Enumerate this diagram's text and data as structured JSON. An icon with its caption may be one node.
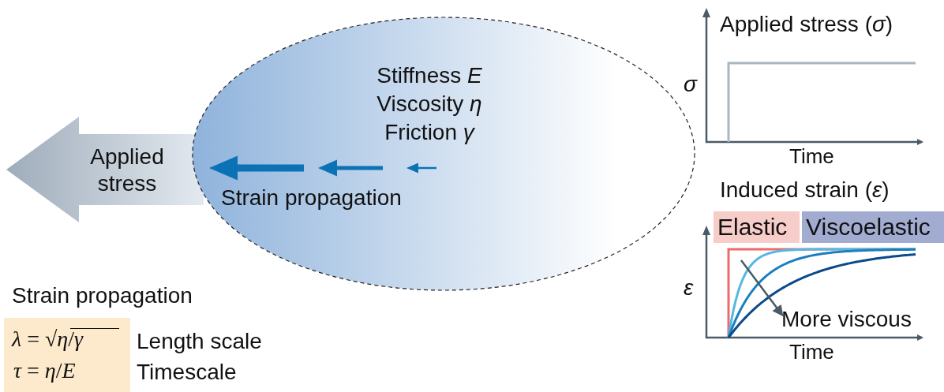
{
  "diagram": {
    "nodes": [
      {
        "text": [
          "Stiffness *E* Viscosity *η* Friction *γ*",
          "Strain propagation"
        ]
      },
      {
        "text": [
          "Applied stress"
        ]
      },
      {
        "text": [
          "*λ* = √*η*/*γ*",
          "*τ* = *η*/*E*"
        ],
        "beside": [
          "Length scale",
          "Timescale"
        ]
      },
      {
        "text": [
          "Elastic"
        ]
      },
      {
        "text": [
          "Viscoelastic"
        ]
      }
    ],
    "edges": [],
    "labels": [
      "Applied stress (*σ*)",
      "*σ*",
      "Time",
      "Induced strain (*ε*)",
      "*ε*",
      "More viscous",
      "Time",
      "Strain propagation"
    ]
  }
}
